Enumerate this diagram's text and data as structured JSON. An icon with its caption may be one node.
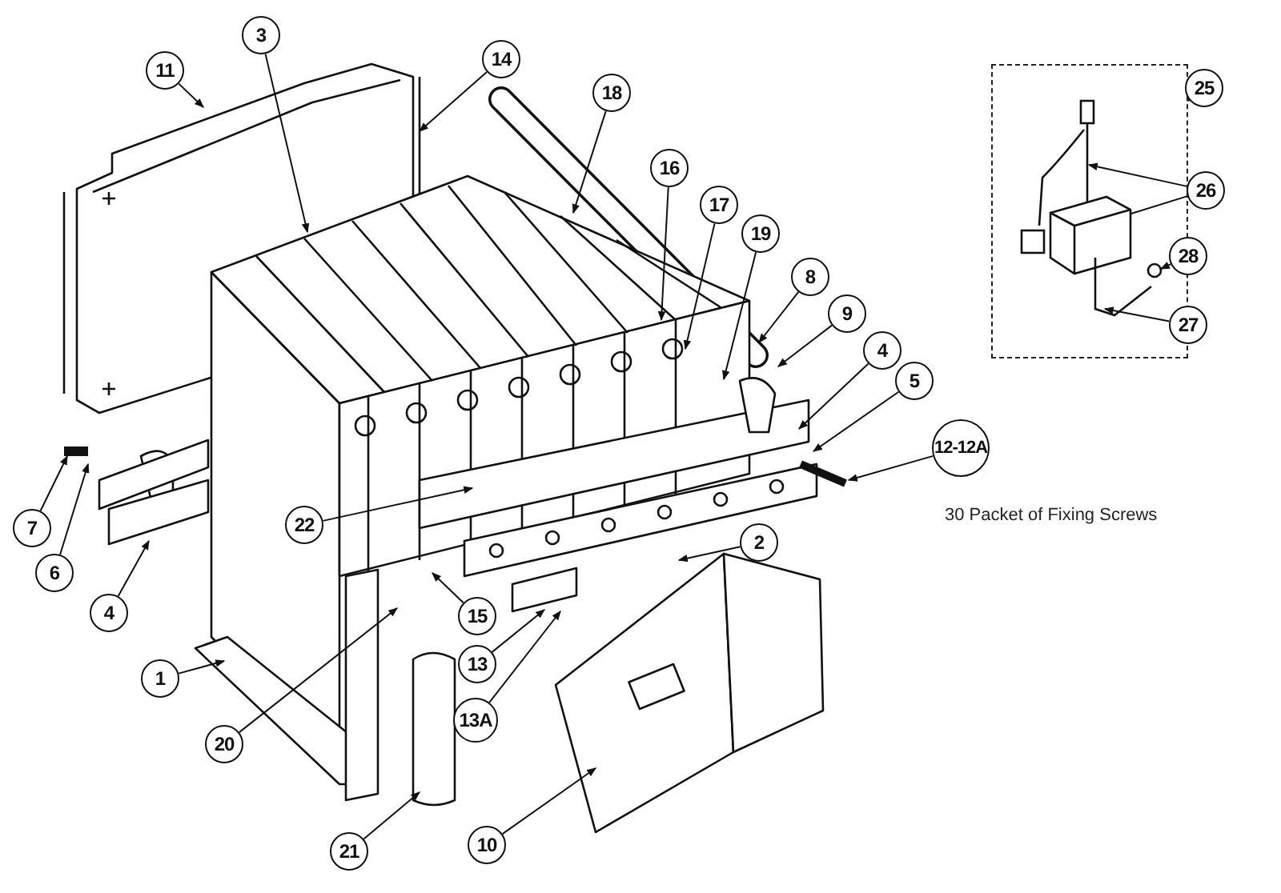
{
  "diagram": {
    "nodes": [
      {
        "text": [
          "11"
        ]
      },
      {
        "text": [
          "3"
        ]
      },
      {
        "text": [
          "14"
        ]
      },
      {
        "text": [
          "18"
        ]
      },
      {
        "text": [
          "16"
        ]
      },
      {
        "text": [
          "17"
        ]
      },
      {
        "text": [
          "19"
        ]
      },
      {
        "text": [
          "8"
        ]
      },
      {
        "text": [
          "9"
        ]
      },
      {
        "text": [
          "4"
        ]
      },
      {
        "text": [
          "5"
        ]
      },
      {
        "text": [
          "12-12A"
        ]
      },
      {
        "text": [
          "22"
        ]
      },
      {
        "text": [
          "2"
        ]
      },
      {
        "text": [
          "15"
        ]
      },
      {
        "text": [
          "13"
        ]
      },
      {
        "text": [
          "13A"
        ]
      },
      {
        "text": [
          "1"
        ]
      },
      {
        "text": [
          "20"
        ]
      },
      {
        "text": [
          "21"
        ]
      },
      {
        "text": [
          "10"
        ]
      },
      {
        "text": [
          "4"
        ]
      },
      {
        "text": [
          "6"
        ]
      },
      {
        "text": [
          "7"
        ]
      },
      {
        "text": [],
        "shape": "box"
      },
      {
        "text": [
          "25"
        ]
      },
      {
        "text": [
          "26"
        ]
      },
      {
        "text": [
          "28"
        ]
      },
      {
        "text": [
          "27"
        ]
      },
      {
        "text": [],
        "shape": "picture",
        "in": 24
      }
    ],
    "edges": [
      {
        "from": 0,
        "to": null,
        "arrow": "to"
      },
      {
        "from": 1,
        "to": null,
        "arrow": "to"
      },
      {
        "from": 2,
        "to": null,
        "arrow": "to"
      },
      {
        "from": 3,
        "to": null,
        "arrow": "to"
      },
      {
        "from": 4,
        "to": null,
        "arrow": "to"
      },
      {
        "from": 5,
        "to": null,
        "arrow": "to"
      },
      {
        "from": 6,
        "to": null,
        "arrow": "to"
      },
      {
        "from": 7,
        "to": null,
        "arrow": "to"
      },
      {
        "from": 8,
        "to": null,
        "arrow": "to"
      },
      {
        "from": 9,
        "to": null,
        "arrow": "to"
      },
      {
        "from": 10,
        "to": null,
        "arrow": "to"
      },
      {
        "from": 11,
        "to": null,
        "arrow": "to"
      },
      {
        "from": 12,
        "to": null,
        "arrow": "to"
      },
      {
        "from": 13,
        "to": null,
        "arrow": "to"
      },
      {
        "from": 14,
        "to": null,
        "arrow": "to"
      },
      {
        "from": 15,
        "to": null,
        "arrow": "to"
      },
      {
        "from": 16,
        "to": null,
        "arrow": "to"
      },
      {
        "from": 17,
        "to": null,
        "arrow": "to"
      },
      {
        "from": 18,
        "to": null,
        "arrow": "to"
      },
      {
        "from": 19,
        "to": null,
        "arrow": "to"
      },
      {
        "from": 20,
        "to": null,
        "arrow": "to"
      },
      {
        "from": 21,
        "to": null,
        "arrow": "to"
      },
      {
        "from": 22,
        "to": null,
        "arrow": "to"
      },
      {
        "from": 23,
        "to": null,
        "arrow": "to"
      },
      {
        "from": 25,
        "to": 24,
        "arrow": "to"
      },
      {
        "from": 26,
        "to": 29,
        "arrow": "to"
      },
      {
        "from": 26,
        "to": 29,
        "arrow": "to"
      },
      {
        "from": 27,
        "to": 29,
        "arrow": "to"
      },
      {
        "from": 28,
        "to": 29,
        "arrow": "to"
      }
    ],
    "labels": [
      "30 Packet of Fixing Screws"
    ]
  }
}
